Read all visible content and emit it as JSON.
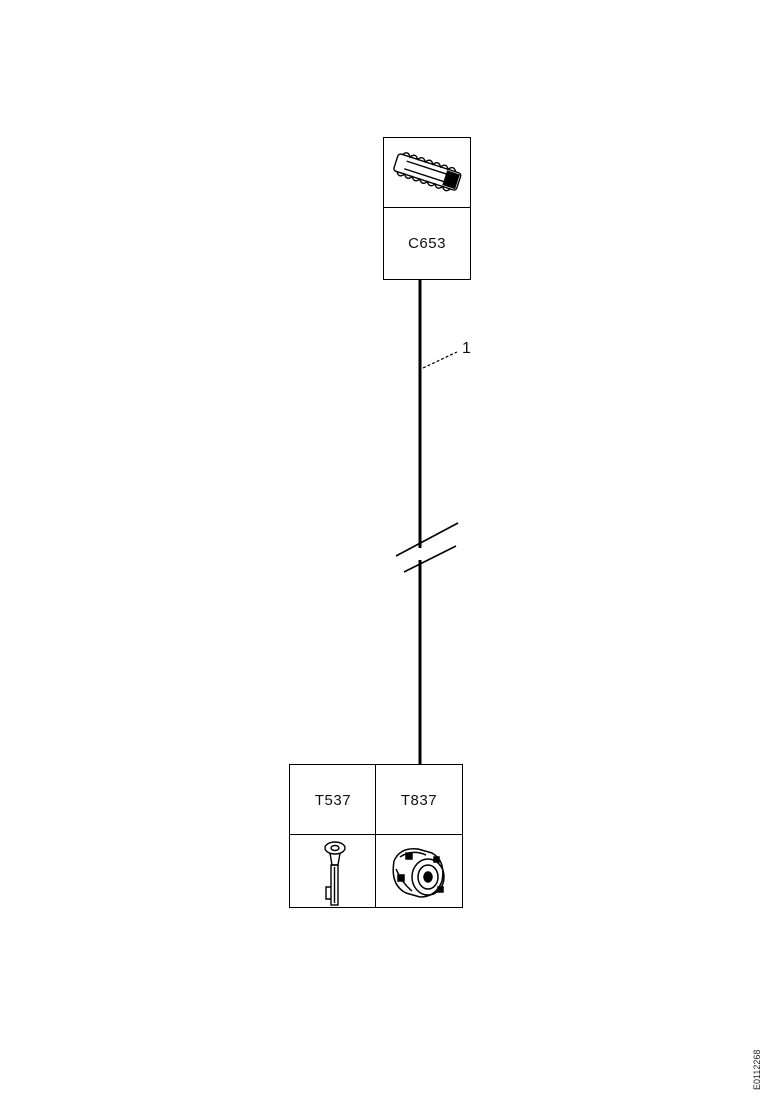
{
  "top_connector": {
    "code": "C653",
    "icon": "multi-pin-connector-icon"
  },
  "wire": {
    "callout": "1",
    "break_icon": "wire-break-icon"
  },
  "bottom_connectors": [
    {
      "code": "T537",
      "icon": "ring-terminal-icon"
    },
    {
      "code": "T837",
      "icon": "round-connector-icon"
    }
  ],
  "document_id": "E0112268"
}
